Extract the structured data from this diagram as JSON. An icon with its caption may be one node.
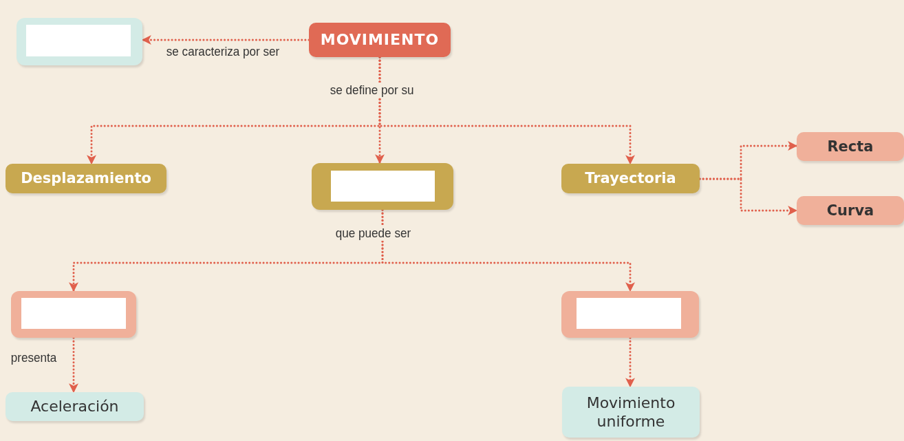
{
  "diagram": {
    "nodes": [
      {
        "text": [],
        "shape": "box"
      },
      {
        "text": [
          "MOVIMIENTO"
        ]
      },
      {
        "text": [
          "Desplazamiento"
        ]
      },
      {
        "text": [],
        "shape": "box"
      },
      {
        "text": [
          "Trayectoria"
        ]
      },
      {
        "text": [
          "Recta"
        ]
      },
      {
        "text": [
          "Curva"
        ]
      },
      {
        "text": [],
        "shape": "box"
      },
      {
        "text": [],
        "shape": "box"
      },
      {
        "text": [
          "Aceleración"
        ]
      },
      {
        "text": [
          "Movimiento uniforme"
        ]
      }
    ],
    "edges": [
      {
        "from": 1,
        "to": 0,
        "arrow": "to",
        "label": "se caracteriza por ser"
      },
      {
        "from": 1,
        "to": 2,
        "arrow": "to"
      },
      {
        "from": 1,
        "to": 3,
        "arrow": "to",
        "label": "se define por su"
      },
      {
        "from": 1,
        "to": 4,
        "arrow": "to"
      },
      {
        "from": 4,
        "to": 5,
        "arrow": "to"
      },
      {
        "from": 4,
        "to": 6,
        "arrow": "to"
      },
      {
        "from": 3,
        "to": 7,
        "arrow": "to",
        "label": "que puede ser"
      },
      {
        "from": 3,
        "to": 8,
        "arrow": "to"
      },
      {
        "from": 7,
        "to": 9,
        "arrow": "to",
        "label": "presenta"
      },
      {
        "from": 8,
        "to": 10,
        "arrow": "to"
      }
    ]
  }
}
